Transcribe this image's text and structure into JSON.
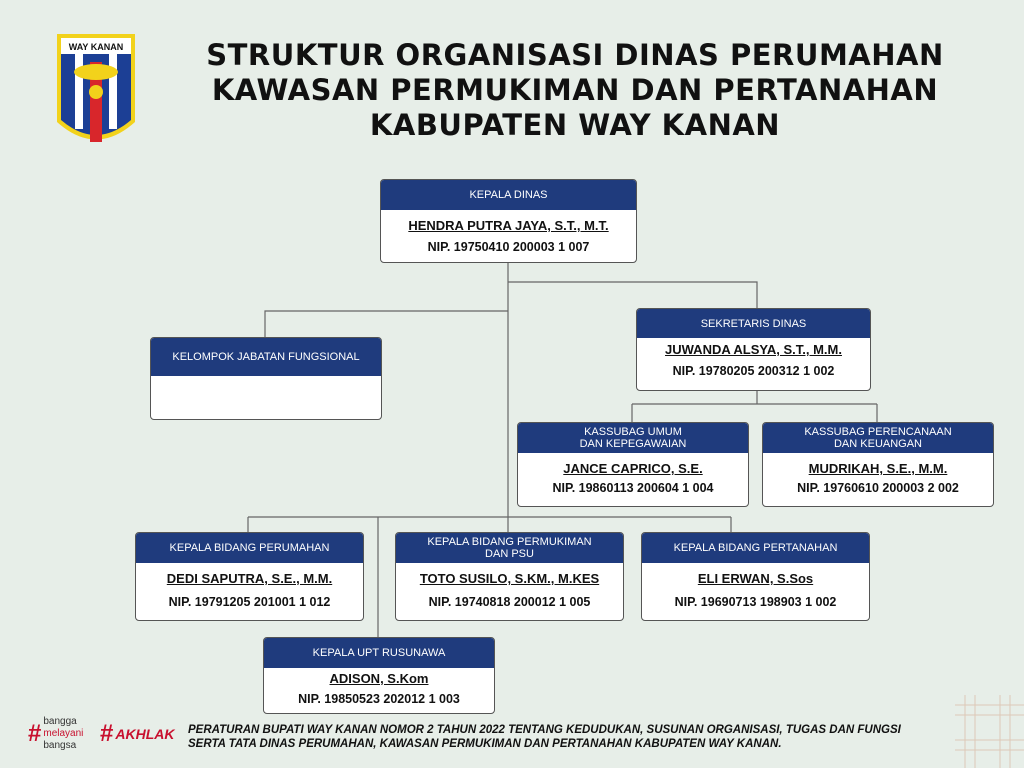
{
  "logo": {
    "text": "WAY KANAN"
  },
  "title": {
    "line1": "STRUKTUR ORGANISASI DINAS PERUMAHAN",
    "line2": "KAWASAN PERMUKIMAN DAN PERTANAHAN",
    "line3": "KABUPATEN WAY KANAN"
  },
  "boxes": {
    "kepala_dinas": {
      "title": "KEPALA DINAS",
      "name": "HENDRA PUTRA JAYA, S.T., M.T.",
      "nip": "NIP. 19750410 200003 1 007"
    },
    "sekretaris": {
      "title": "SEKRETARIS DINAS",
      "name": "JUWANDA ALSYA, S.T., M.M.",
      "nip": "NIP. 19780205 200312 1 002"
    },
    "fungsional": {
      "title": "KELOMPOK JABATAN FUNGSIONAL"
    },
    "kassubag_umum": {
      "title1": "KASSUBAG UMUM",
      "title2": "DAN KEPEGAWAIAN",
      "name": "JANCE CAPRICO, S.E.",
      "nip": "NIP. 19860113 200604 1 004"
    },
    "kassubag_perencanaan": {
      "title1": "KASSUBAG PERENCANAAN",
      "title2": "DAN KEUANGAN",
      "name": "MUDRIKAH, S.E., M.M.",
      "nip": "NIP. 19760610 200003 2 002"
    },
    "bidang_perumahan": {
      "title": "KEPALA BIDANG PERUMAHAN",
      "name": "DEDI SAPUTRA, S.E., M.M.",
      "nip": "NIP. 19791205 201001 1 012"
    },
    "bidang_permukiman": {
      "title1": "KEPALA BIDANG PERMUKIMAN",
      "title2": "DAN PSU",
      "name": "TOTO SUSILO, S.KM., M.KES",
      "nip": "NIP. 19740818 200012 1 005"
    },
    "bidang_pertanahan": {
      "title": "KEPALA BIDANG PERTANAHAN",
      "name": "ELI ERWAN, S.Sos",
      "nip": "NIP. 19690713 198903 1 002"
    },
    "upt": {
      "title": "KEPALA UPT RUSUNAWA",
      "name": "ADISON, S.Kom",
      "nip": "NIP. 19850523 202012 1 003"
    }
  },
  "footer": {
    "brand1": [
      "bangga",
      "melayani",
      "bangsa"
    ],
    "brand2": "AKHLAK",
    "line1": "PERATURAN BUPATI WAY KANAN NOMOR 2 TAHUN 2022 TENTANG KEDUDUKAN, SUSUNAN ORGANISASI, TUGAS DAN FUNGSI",
    "line2": "SERTA TATA DINAS PERUMAHAN, KAWASAN PERMUKIMAN DAN PERTANAHAN KABUPATEN WAY KANAN."
  }
}
